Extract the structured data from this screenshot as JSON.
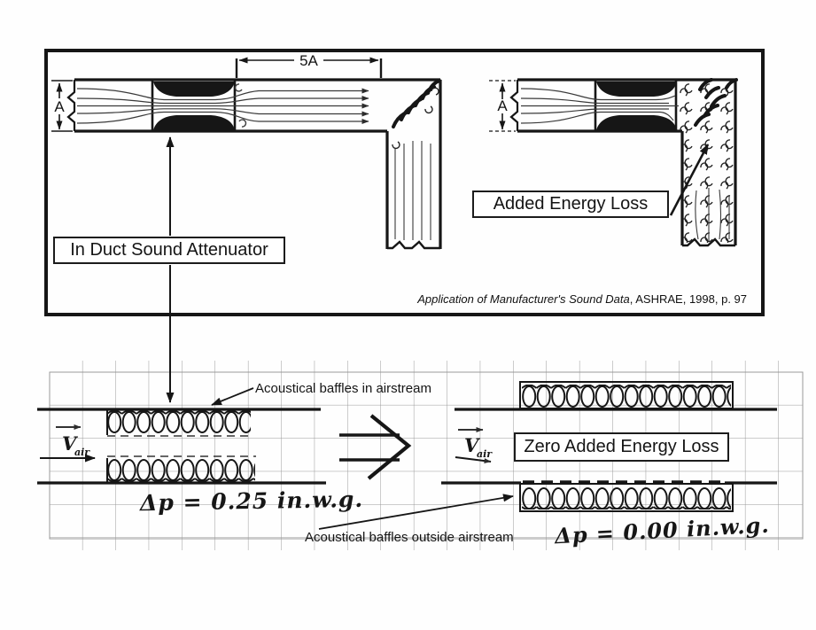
{
  "colors": {
    "ink": "#1b1b1b",
    "grid": "#999999",
    "paper": "#ffffff"
  },
  "figure": {
    "in_duct_label": "In Duct Sound Attenuator",
    "added_loss_label": "Added Energy Loss",
    "citation_title": "Application of Manufacturer's Sound Data",
    "citation_rest": ", ASHRAE, 1998, p. 97",
    "dim_a": "A",
    "dim_5a": "5A"
  },
  "sketch": {
    "baffles_in_label": "Acoustical baffles in airstream",
    "baffles_out_label": "Acoustical baffles outside airstream",
    "zero_loss_label": "Zero Added Energy Loss",
    "dp_left": "Δp = 0.25 in.w.g.",
    "dp_right": "Δp = 0.00 in.w.g.",
    "v_symbol": "V",
    "v_subscript": "air"
  }
}
